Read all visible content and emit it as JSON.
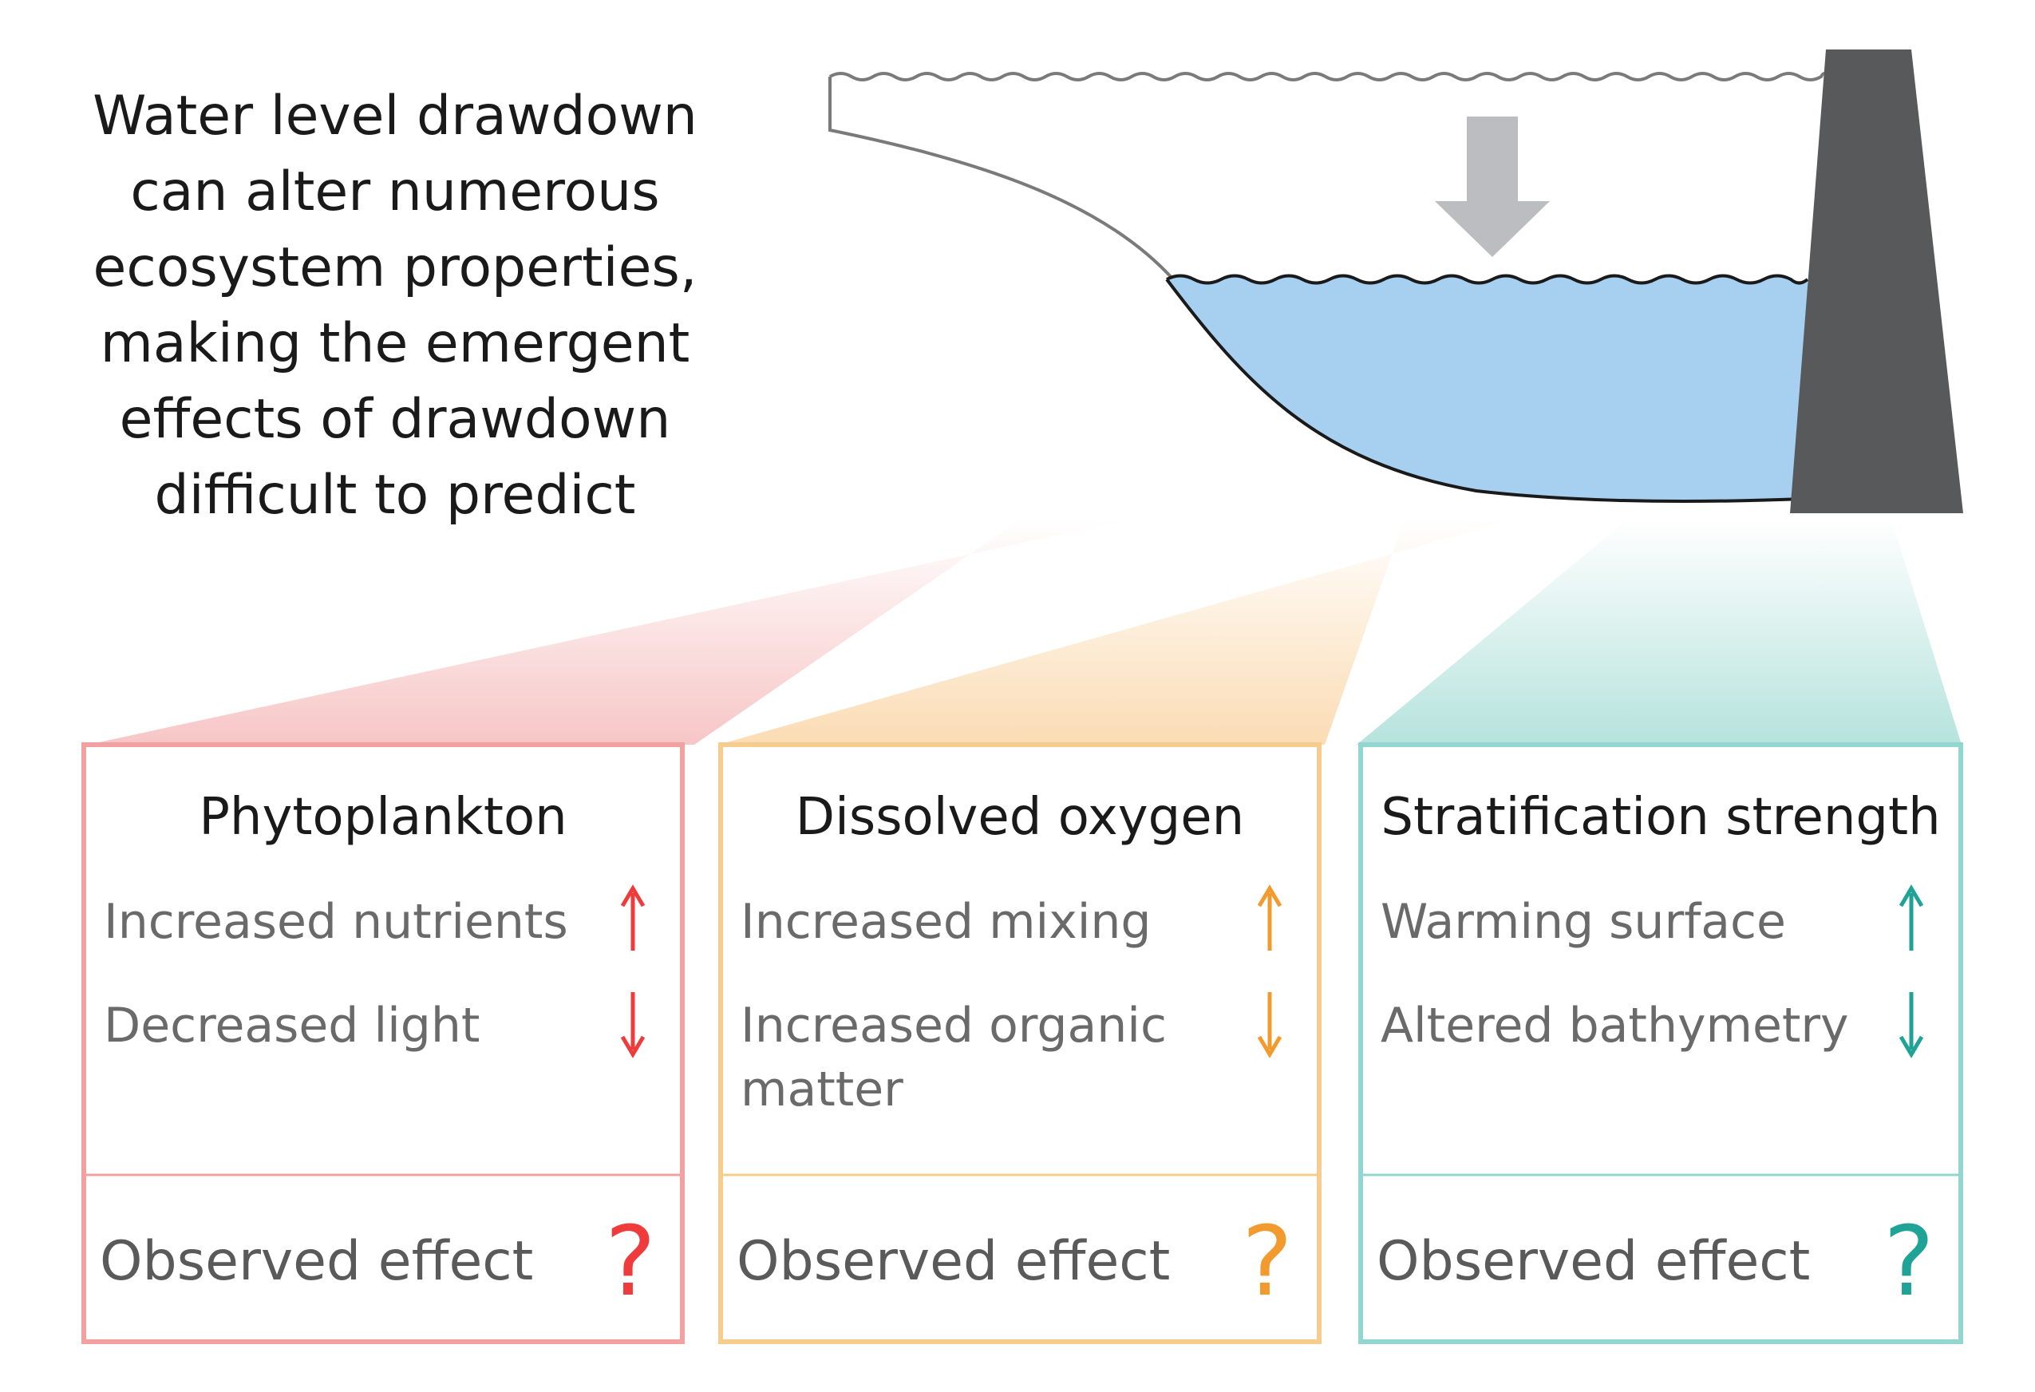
{
  "headline": {
    "lines": [
      "Water level drawdown",
      "can alter numerous",
      "ecosystem properties,",
      "making the emergent",
      "effects of drawdown",
      "difficult to predict"
    ]
  },
  "colors": {
    "water": "#a6cff0",
    "dam": "#58595b",
    "arrow": "#bcbdc0",
    "shoreline": "#7a7a7a"
  },
  "boxes": [
    {
      "title": "Phytoplankton",
      "color": "#ef3b3b",
      "border": "#f2a0a0",
      "factors": [
        {
          "lines": [
            "Increased nutrients"
          ],
          "direction": "up"
        },
        {
          "lines": [
            "Decreased light"
          ],
          "direction": "down"
        }
      ],
      "effect_label": "Observed effect",
      "effect_mark": "?"
    },
    {
      "title": "Dissolved oxygen",
      "color": "#f29a2e",
      "border": "#f7cc8f",
      "factors": [
        {
          "lines": [
            "Increased mixing"
          ],
          "direction": "up"
        },
        {
          "lines": [
            "Increased organic",
            "matter"
          ],
          "direction": "down"
        }
      ],
      "effect_label": "Observed effect",
      "effect_mark": "?"
    },
    {
      "title": "Stratification strength",
      "color": "#1fa396",
      "border": "#93d6cf",
      "factors": [
        {
          "lines": [
            "Warming surface"
          ],
          "direction": "up"
        },
        {
          "lines": [
            "Altered bathymetry"
          ],
          "direction": "down"
        }
      ],
      "effect_label": "Observed effect",
      "effect_mark": "?"
    }
  ]
}
